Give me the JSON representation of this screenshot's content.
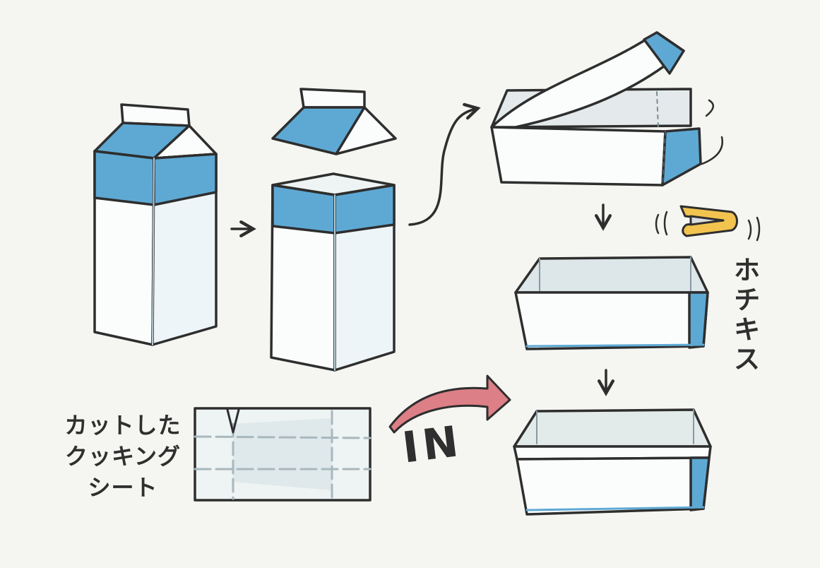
{
  "labels": {
    "cut_sheet": [
      "カットした",
      "クッキング",
      "シート"
    ],
    "insert": "IN",
    "stapler": "ホチキス"
  },
  "colors": {
    "background": "#f5f5f1",
    "carton_blue": "#5ea9d4",
    "carton_white": "#fbfdfd",
    "carton_shadow": "#dde9ee",
    "outline": "#2e2e2e",
    "arrow_red": "#dd7f86",
    "stapler_yellow": "#f2c44f",
    "sheet_fill": "#eef3f3",
    "sheet_fold": "#bccbd0"
  },
  "icons": [
    "milk-carton-icon",
    "cut-carton-icon",
    "folding-tray-icon",
    "stapler-icon",
    "stapled-tray-icon",
    "lined-tray-icon",
    "cooking-sheet-icon",
    "curved-red-arrow-icon"
  ]
}
